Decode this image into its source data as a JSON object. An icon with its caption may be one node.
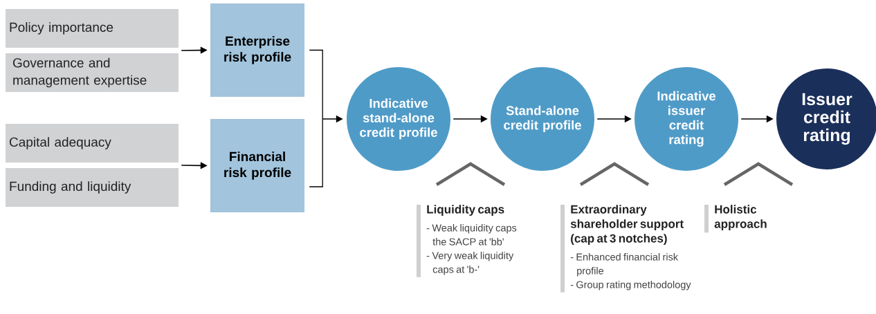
{
  "diagram": {
    "nodes": [
      {
        "text": [
          "Policy importance"
        ]
      },
      {
        "text": [
          "Governance and management expertise"
        ]
      },
      {
        "text": [
          "Capital adequacy"
        ]
      },
      {
        "text": [
          "Funding and liquidity"
        ]
      },
      {
        "text": [
          "Enterprise risk profile"
        ]
      },
      {
        "text": [
          "Financial risk profile"
        ]
      },
      {
        "text": [
          "Indicative stand-alone credit profile"
        ]
      },
      {
        "text": [
          "Stand-alone credit profile"
        ]
      },
      {
        "text": [
          "Indicative issuer credit rating"
        ]
      },
      {
        "text": [
          "Issuer credit rating"
        ]
      },
      {
        "text": [
          "Liquidity caps",
          "- Weak liquidity caps the SACP at 'bb'",
          "- Very weak liquidity caps at 'b-'"
        ]
      },
      {
        "text": [
          "Extraordinary shareholder support (cap at 3 notches)",
          "- Enhanced financial risk profile",
          "- Group rating methodology"
        ]
      },
      {
        "text": [
          "Holistic approach"
        ]
      }
    ],
    "edges": [
      {
        "from": 0,
        "to": 4,
        "arrow": "to"
      },
      {
        "from": 1,
        "to": 4,
        "arrow": "to"
      },
      {
        "from": 2,
        "to": 5,
        "arrow": "to"
      },
      {
        "from": 3,
        "to": 5,
        "arrow": "to"
      },
      {
        "from": 4,
        "to": 6,
        "arrow": "to"
      },
      {
        "from": 5,
        "to": 6,
        "arrow": "to"
      },
      {
        "from": 6,
        "to": 7,
        "arrow": "to"
      },
      {
        "from": 7,
        "to": 8,
        "arrow": "to"
      },
      {
        "from": 8,
        "to": 9,
        "arrow": "to"
      }
    ]
  }
}
